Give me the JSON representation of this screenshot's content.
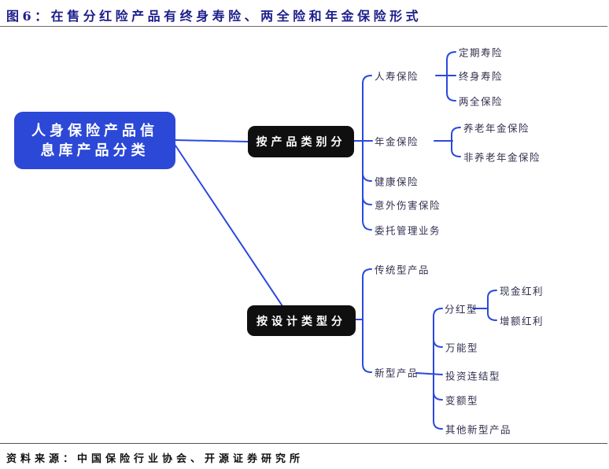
{
  "header": {
    "title": "图6：在售分红险产品有终身寿险、两全险和年金保险形式"
  },
  "footer": {
    "source": "资料来源：中国保险行业协会、开源证券研究所"
  },
  "colors": {
    "title_navy": "#1d1d8c",
    "root_box_blue": "#2c48d6",
    "connector_blue": "#2b49dc",
    "category_box_black": "#0f0f0f",
    "node_text": "#30304f"
  },
  "tree": {
    "root": {
      "label": "人身保险产品信息库产品分类",
      "line1": "人身保险产品信",
      "line2": "息库产品分类"
    },
    "branches": [
      {
        "box": "按产品类别分",
        "children": [
          {
            "label": "人寿保险",
            "children": [
              {
                "label": "定期寿险"
              },
              {
                "label": "终身寿险"
              },
              {
                "label": "两全保险"
              }
            ]
          },
          {
            "label": "年金保险",
            "children": [
              {
                "label": "养老年金保险"
              },
              {
                "label": "非养老年金保险"
              }
            ]
          },
          {
            "label": "健康保险"
          },
          {
            "label": "意外伤害保险"
          },
          {
            "label": "委托管理业务"
          }
        ]
      },
      {
        "box": "按设计类型分",
        "children": [
          {
            "label": "传统型产品"
          },
          {
            "label": "新型产品",
            "children": [
              {
                "label": "分红型",
                "children": [
                  {
                    "label": "现金红利"
                  },
                  {
                    "label": "增额红利"
                  }
                ]
              },
              {
                "label": "万能型"
              },
              {
                "label": "投资连结型"
              },
              {
                "label": "变额型"
              },
              {
                "label": "其他新型产品"
              }
            ]
          }
        ]
      }
    ]
  }
}
